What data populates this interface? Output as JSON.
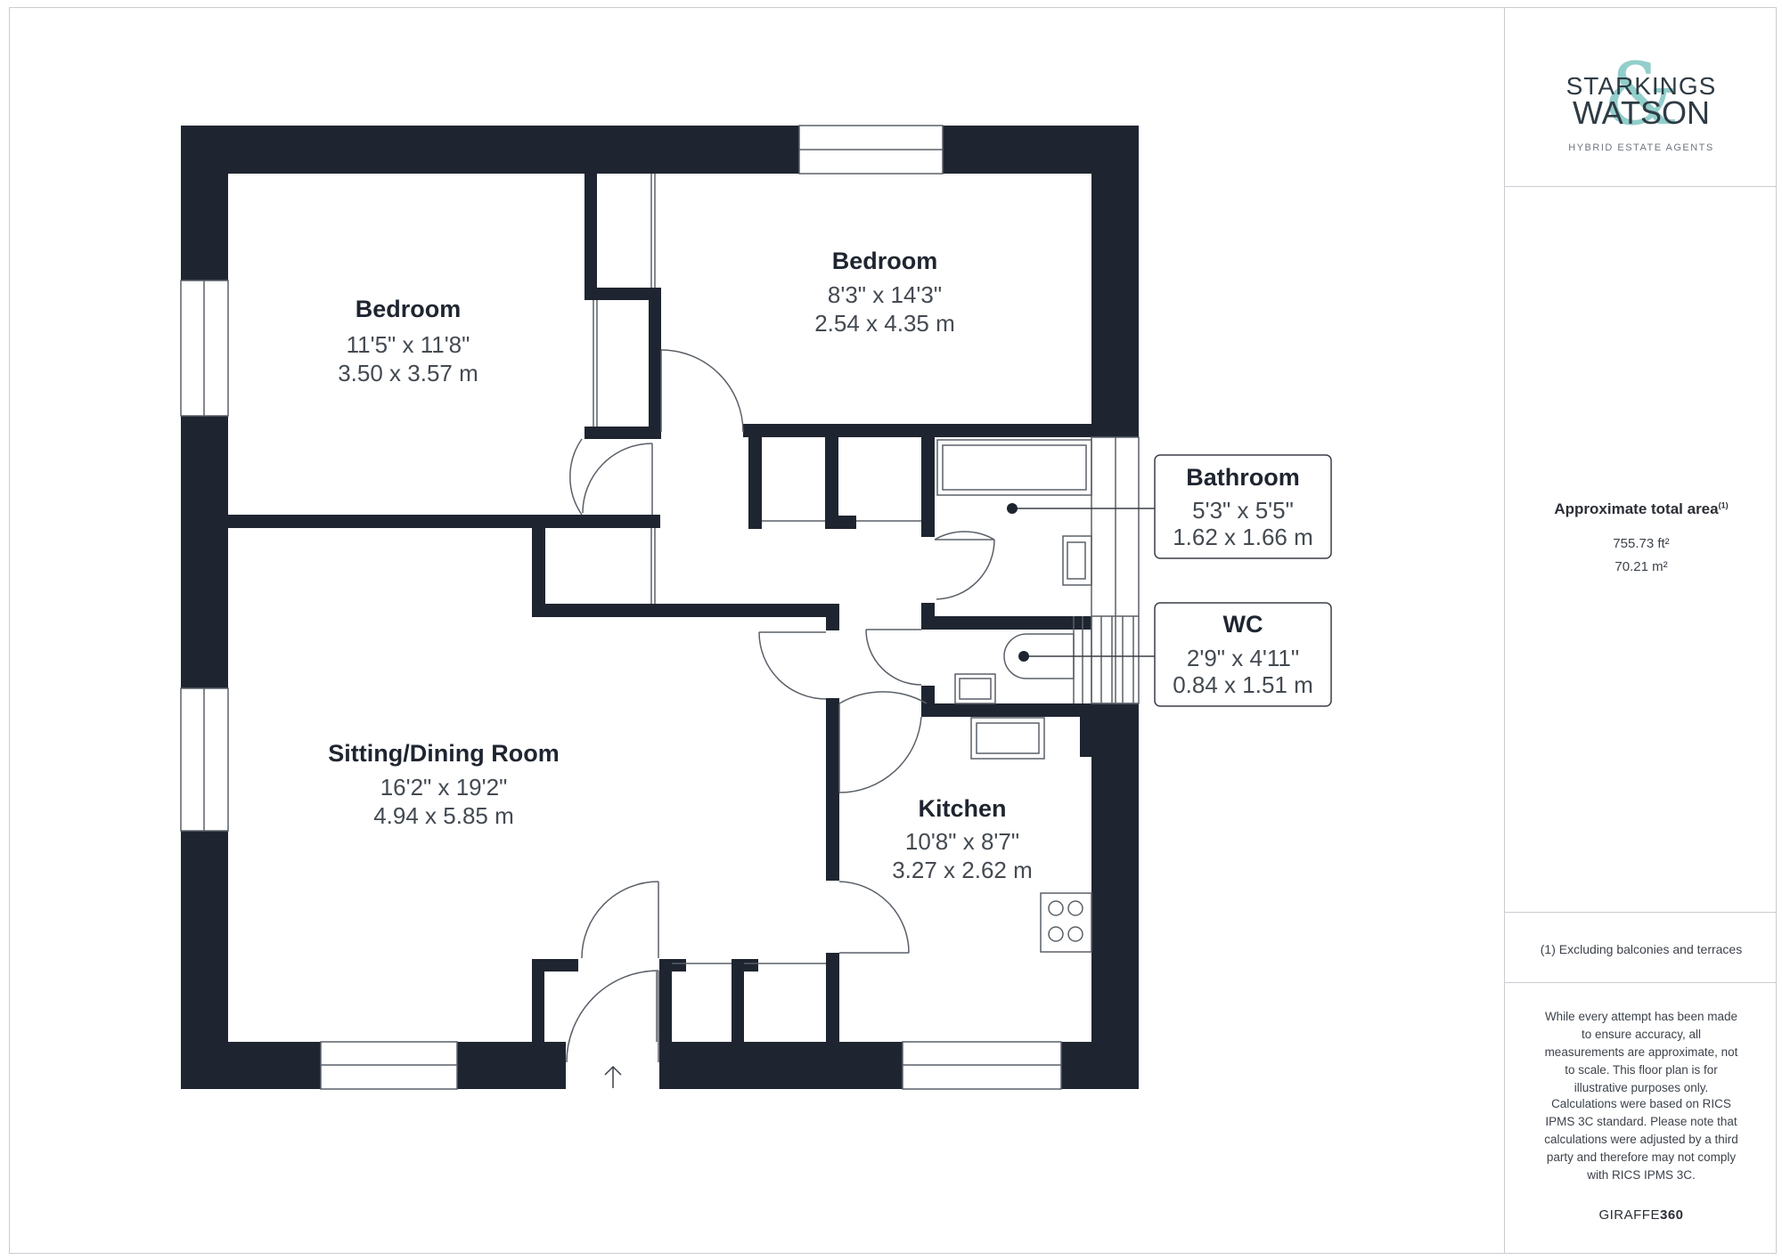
{
  "plan": {
    "colors": {
      "wall": "#1f2530",
      "line": "#5a6068",
      "box_border": "#3a3f47"
    },
    "rooms": [
      {
        "id": "bedroom-1",
        "name": "Bedroom",
        "imperial": "11'5\" x 11'8\"",
        "metric": "3.50 x 3.57 m"
      },
      {
        "id": "bedroom-2",
        "name": "Bedroom",
        "imperial": "8'3\" x 14'3\"",
        "metric": "2.54 x 4.35 m"
      },
      {
        "id": "bathroom",
        "name": "Bathroom",
        "imperial": "5'3\" x 5'5\"",
        "metric": "1.62 x 1.66 m"
      },
      {
        "id": "wc",
        "name": "WC",
        "imperial": "2'9\" x 4'11\"",
        "metric": "0.84 x 1.51 m"
      },
      {
        "id": "sitting-dining",
        "name": "Sitting/Dining Room",
        "imperial": "16'2\" x 19'2\"",
        "metric": "4.94 x 5.85 m"
      },
      {
        "id": "kitchen",
        "name": "Kitchen",
        "imperial": "10'8\" x 8'7\"",
        "metric": "3.27 x 2.62 m"
      }
    ]
  },
  "sidebar": {
    "logo": {
      "line1": "STARKINGS",
      "line2": "WATSON",
      "ampersand": "&",
      "tagline": "HYBRID ESTATE AGENTS"
    },
    "area": {
      "title": "Approximate total area",
      "footnote_marker": "(1)",
      "sqft": "755.73 ft²",
      "sqm": "70.21 m²"
    },
    "footnote": "(1) Excluding balconies and terraces",
    "disclaimer": "While every attempt has been made to ensure accuracy, all measurements are approximate, not to scale. This floor plan is for illustrative purposes only.",
    "calculations": "Calculations were based on RICS IPMS 3C standard. Please note that calculations were adjusted by a third party and therefore may not comply with RICS IPMS 3C.",
    "brand_prefix": "GIRAFFE",
    "brand_suffix": "360"
  }
}
